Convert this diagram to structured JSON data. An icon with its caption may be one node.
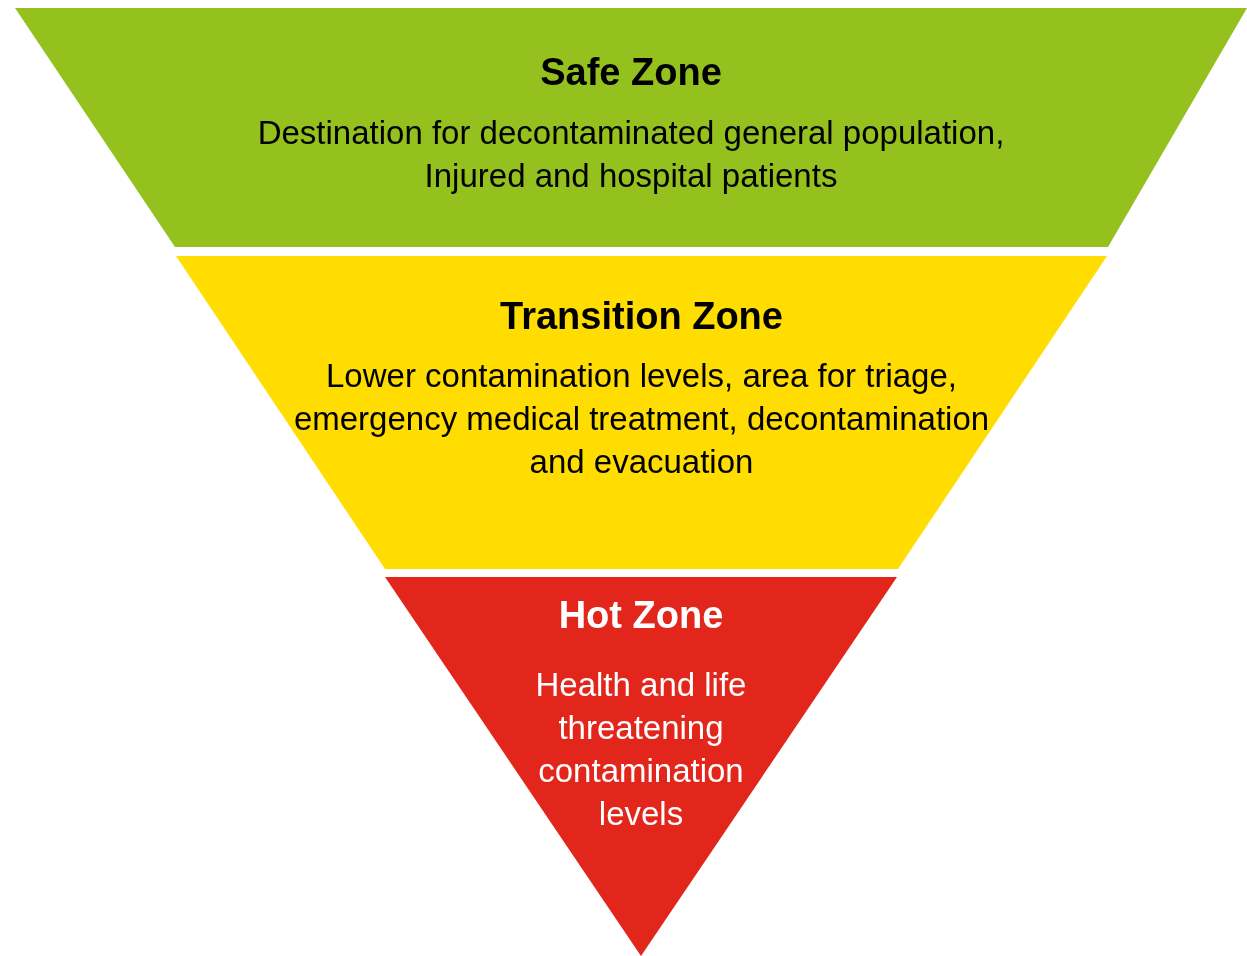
{
  "diagram": {
    "nodes": [
      {
        "text": [
          "Safe Zone",
          "Destination for decontaminated general population, Injured and hospital patients"
        ]
      },
      {
        "text": [
          "Transition Zone",
          "Lower contamination levels, area for triage, emergency medical treatment, decontamination and evacuation"
        ]
      },
      {
        "text": [
          "Hot Zone",
          "Health and life threatening contamination levels"
        ]
      }
    ]
  }
}
